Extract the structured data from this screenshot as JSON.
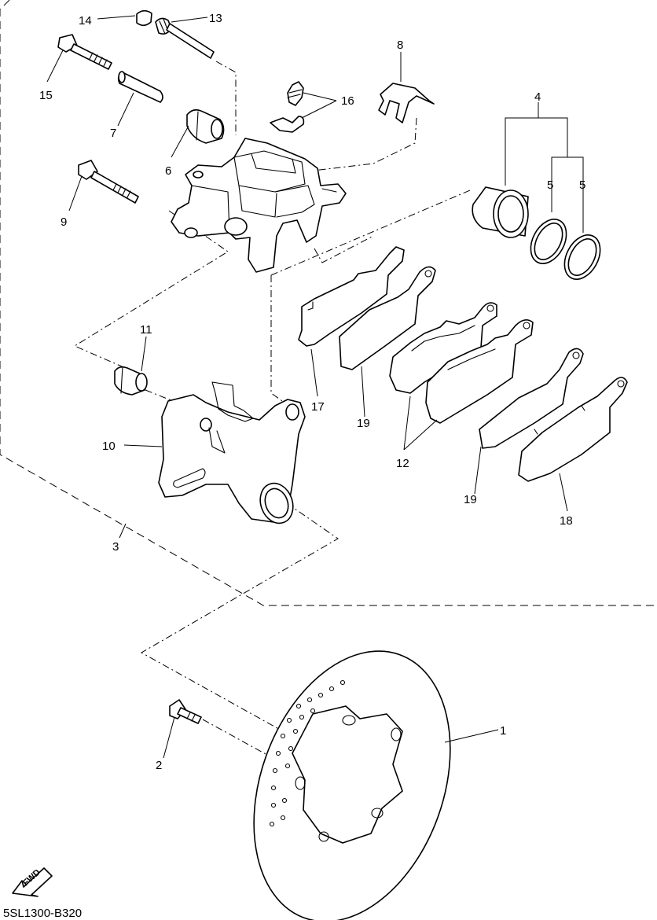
{
  "callouts": {
    "c1": "1",
    "c2": "2",
    "c3": "3",
    "c4": "4",
    "c5a": "5",
    "c5b": "5",
    "c6": "6",
    "c7": "7",
    "c8": "8",
    "c9": "9",
    "c10": "10",
    "c11": "11",
    "c12": "12",
    "c13": "13",
    "c14": "14",
    "c15": "15",
    "c16": "16",
    "c17": "17",
    "c18": "18",
    "c19a": "19",
    "c19b": "19"
  },
  "fwd_label": "FWD",
  "drawing_code": "5SL1300-B320"
}
